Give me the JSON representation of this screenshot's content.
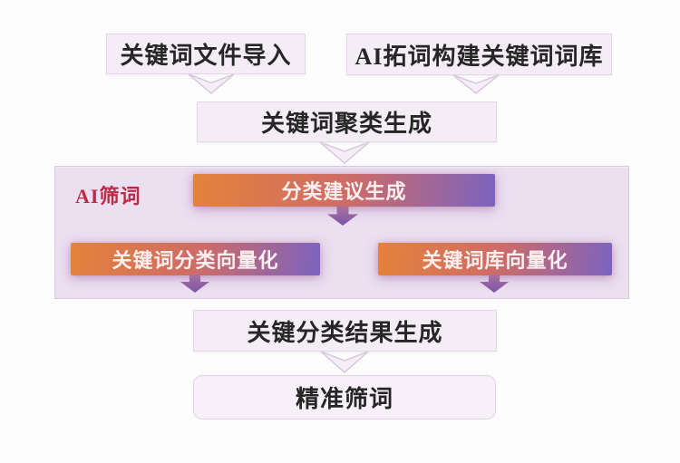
{
  "diagram": {
    "group_label": "AI筛词",
    "nodes": {
      "file_import": "关键词文件导入",
      "ai_expand": "AI拓词构建关键词词库",
      "cluster": "关键词聚类生成",
      "suggest": "分类建议生成",
      "vec_class": "关键词分类向量化",
      "vec_lib": "关键词库向量化",
      "result": "关键分类结果生成",
      "final": "精准筛词"
    },
    "edges": [
      {
        "from": "关键词文件导入",
        "to": "关键词聚类生成"
      },
      {
        "from": "AI拓词构建关键词词库",
        "to": "关键词聚类生成"
      },
      {
        "from": "关键词聚类生成",
        "to": "分类建议生成"
      },
      {
        "from": "分类建议生成",
        "to": "关键词分类向量化 / 关键词库向量化"
      },
      {
        "from": "关键词分类向量化",
        "to": "关键分类结果生成"
      },
      {
        "from": "关键词库向量化",
        "to": "关键分类结果生成"
      },
      {
        "from": "关键分类结果生成",
        "to": "精准筛词"
      }
    ]
  },
  "colors": {
    "grad_start": "#e5823a",
    "grad_mid": "#cd6b68",
    "grad_end": "#7b63c0",
    "container_bg": "#ecdff0",
    "container_border": "#d5ccd8",
    "box_bg": "#f4edf6",
    "box_border": "#e2d9e5",
    "final_bg": "#f7f0f8",
    "final_border": "#ddd4e0",
    "label_red": "#bb2b47",
    "arrow_purple_top": "#aa729d",
    "arrow_purple_bottom": "#7b55a9",
    "arrow_light_fill": "#f5eef7",
    "arrow_light_stroke": "#d8cbdb",
    "text_dark": "#262626",
    "text_light": "#fdeff0",
    "page_bg": "#fefdfe"
  }
}
